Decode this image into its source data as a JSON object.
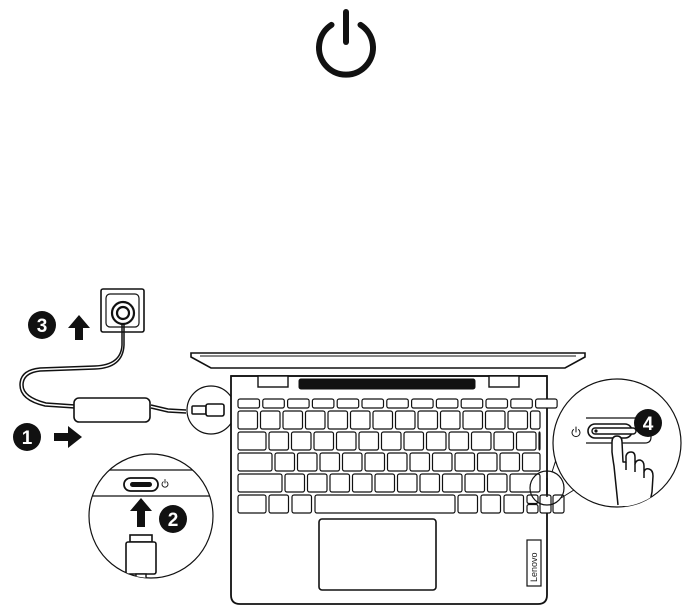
{
  "steps": {
    "one": "1",
    "two": "2",
    "three": "3",
    "four": "4"
  },
  "laptop": {
    "brand": "Lenovo"
  },
  "icons": {
    "power": "power-icon",
    "arrow_right": "arrow-right-icon",
    "arrow_up": "arrow-up-icon",
    "hand": "hand-pointer-icon"
  },
  "colors": {
    "line": "#111111",
    "badge": "#111111",
    "background": "#ffffff"
  }
}
